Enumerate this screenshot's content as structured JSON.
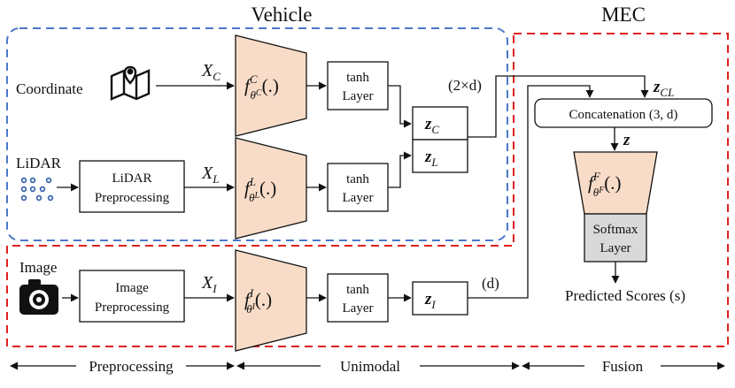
{
  "regions": {
    "vehicle": "Vehicle",
    "mec": "MEC"
  },
  "inputs": {
    "coordinate": "Coordinate",
    "lidar": "LiDAR",
    "image": "Image"
  },
  "preprocessing": {
    "lidar": [
      "LiDAR",
      "Preprocessing"
    ],
    "image": [
      "Image",
      "Preprocessing"
    ]
  },
  "variables": {
    "xc_main": "X",
    "xc_sub": "C",
    "xl_main": "X",
    "xl_sub": "L",
    "xi_main": "X",
    "xi_sub": "I"
  },
  "encoders": {
    "coord": {
      "f": "f",
      "sup": "C",
      "sub": "θ",
      "subsup": "C",
      "arg": "(.)"
    },
    "lidar": {
      "f": "f",
      "sup": "L",
      "sub": "θ",
      "subsup": "L",
      "arg": "(.)"
    },
    "image": {
      "f": "f",
      "sup": "I",
      "sub": "θ",
      "subsup": "I",
      "arg": "(.)"
    },
    "fusion": {
      "f": "f",
      "sup": "F",
      "sub": "θ",
      "subsup": "F",
      "arg": "(.)"
    }
  },
  "tanh_layer": [
    "tanh",
    "Layer"
  ],
  "embeddings": {
    "zc_main": "z",
    "zc_sub": "C",
    "zl_main": "z",
    "zl_sub": "L",
    "zi_main": "z",
    "zi_sub": "I",
    "zcl_main": "z",
    "zcl_sub": "CL",
    "z": "z"
  },
  "dims": {
    "two_d": "(2×d)",
    "d": "(d)"
  },
  "fusion": {
    "concat": "Concatenation (3, d)",
    "softmax": [
      "Softmax",
      "Layer"
    ],
    "predicted": "Predicted Scores (s)"
  },
  "stages": {
    "preprocessing": "Preprocessing",
    "unimodal": "Unimodal",
    "fusion": "Fusion"
  },
  "colors": {
    "vehicle_border": "#4a78c8",
    "mec_border": "#e02020",
    "encoder_fill": "#f8dcc8",
    "softmax_fill": "#d9d9d9"
  }
}
